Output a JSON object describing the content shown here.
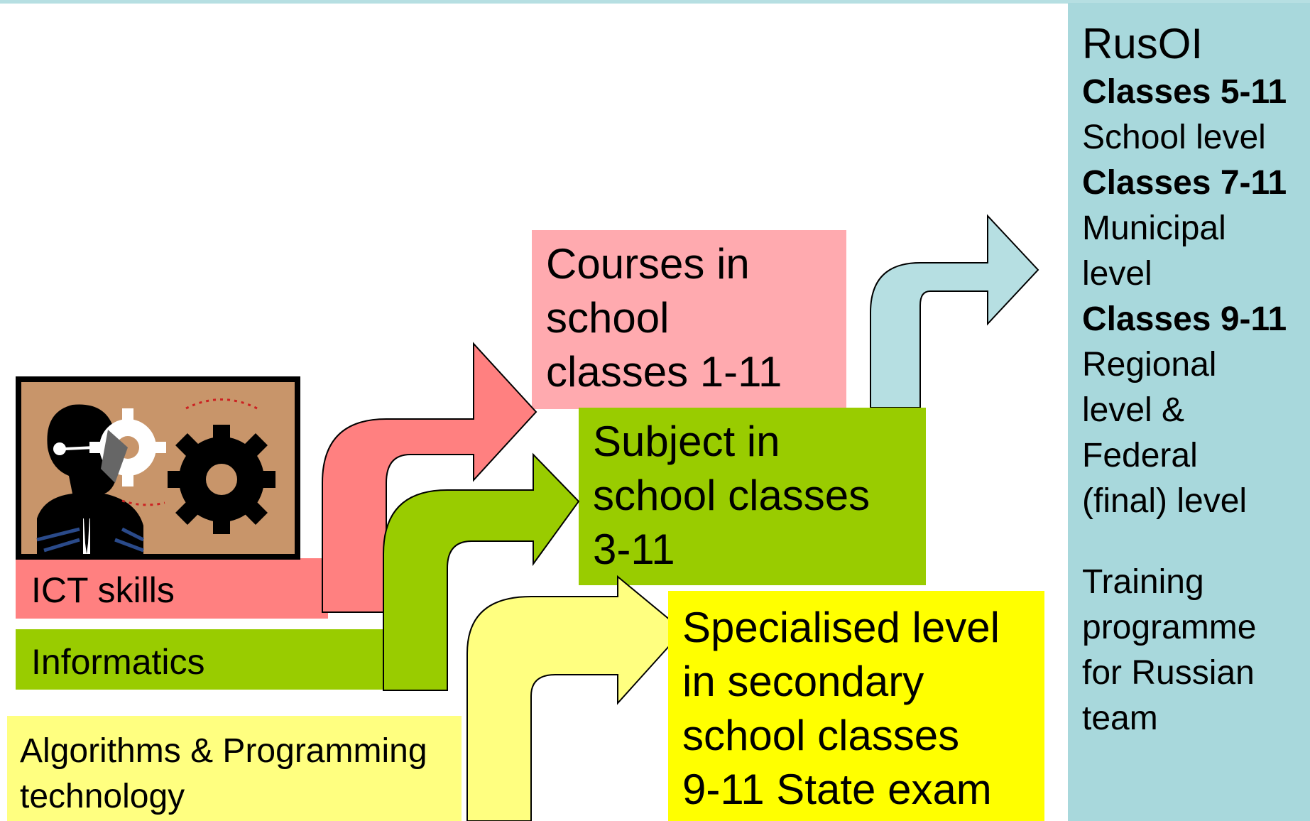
{
  "sidebar": {
    "title": "RusOI",
    "line1_bold": "Classes 5-11",
    "line2": "School level",
    "line3_bold": "Classes 7-11",
    "line4": "Municipal\nlevel",
    "line5_bold": "Classes 9-11",
    "line6": "Regional\nlevel &\nFederal\n(final) level",
    "line7": "Training\nprogramme\nfor Russian\nteam"
  },
  "courses": {
    "text": "Courses in\nschool\nclasses 1-11"
  },
  "subject": {
    "text": "Subject in\nschool classes\n3-11"
  },
  "specialised": {
    "text": "Specialised level\nin secondary\nschool classes\n9-11 State exam"
  },
  "strands": {
    "ict": "ICT skills",
    "informatics": "Informatics",
    "algorithms": "Algorithms & Programming\ntechnology"
  },
  "colors": {
    "sidebar": "#a8d8dc",
    "courses": "#ffaaaf",
    "ict": "#ff8080",
    "subject_green": "#99cc00",
    "specialised_yellow": "#ffff00",
    "algorithms_light_yellow": "#ffff80",
    "arrow_blue": "#b6dfe2"
  }
}
